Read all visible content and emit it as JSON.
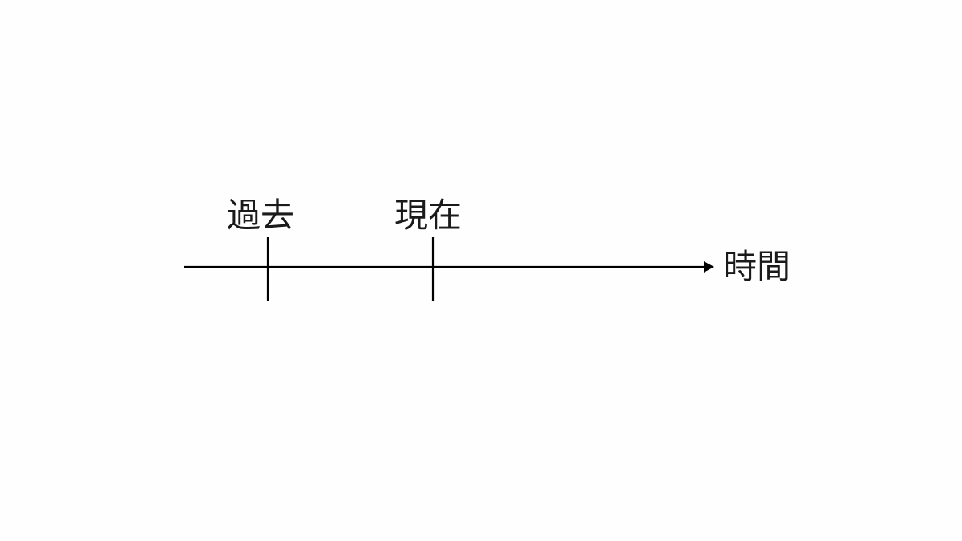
{
  "timeline": {
    "marks": [
      {
        "label": "過去"
      },
      {
        "label": "現在"
      }
    ],
    "axis_label": "時間",
    "line_color": "#000000",
    "text_color": "#1a1a1a"
  }
}
